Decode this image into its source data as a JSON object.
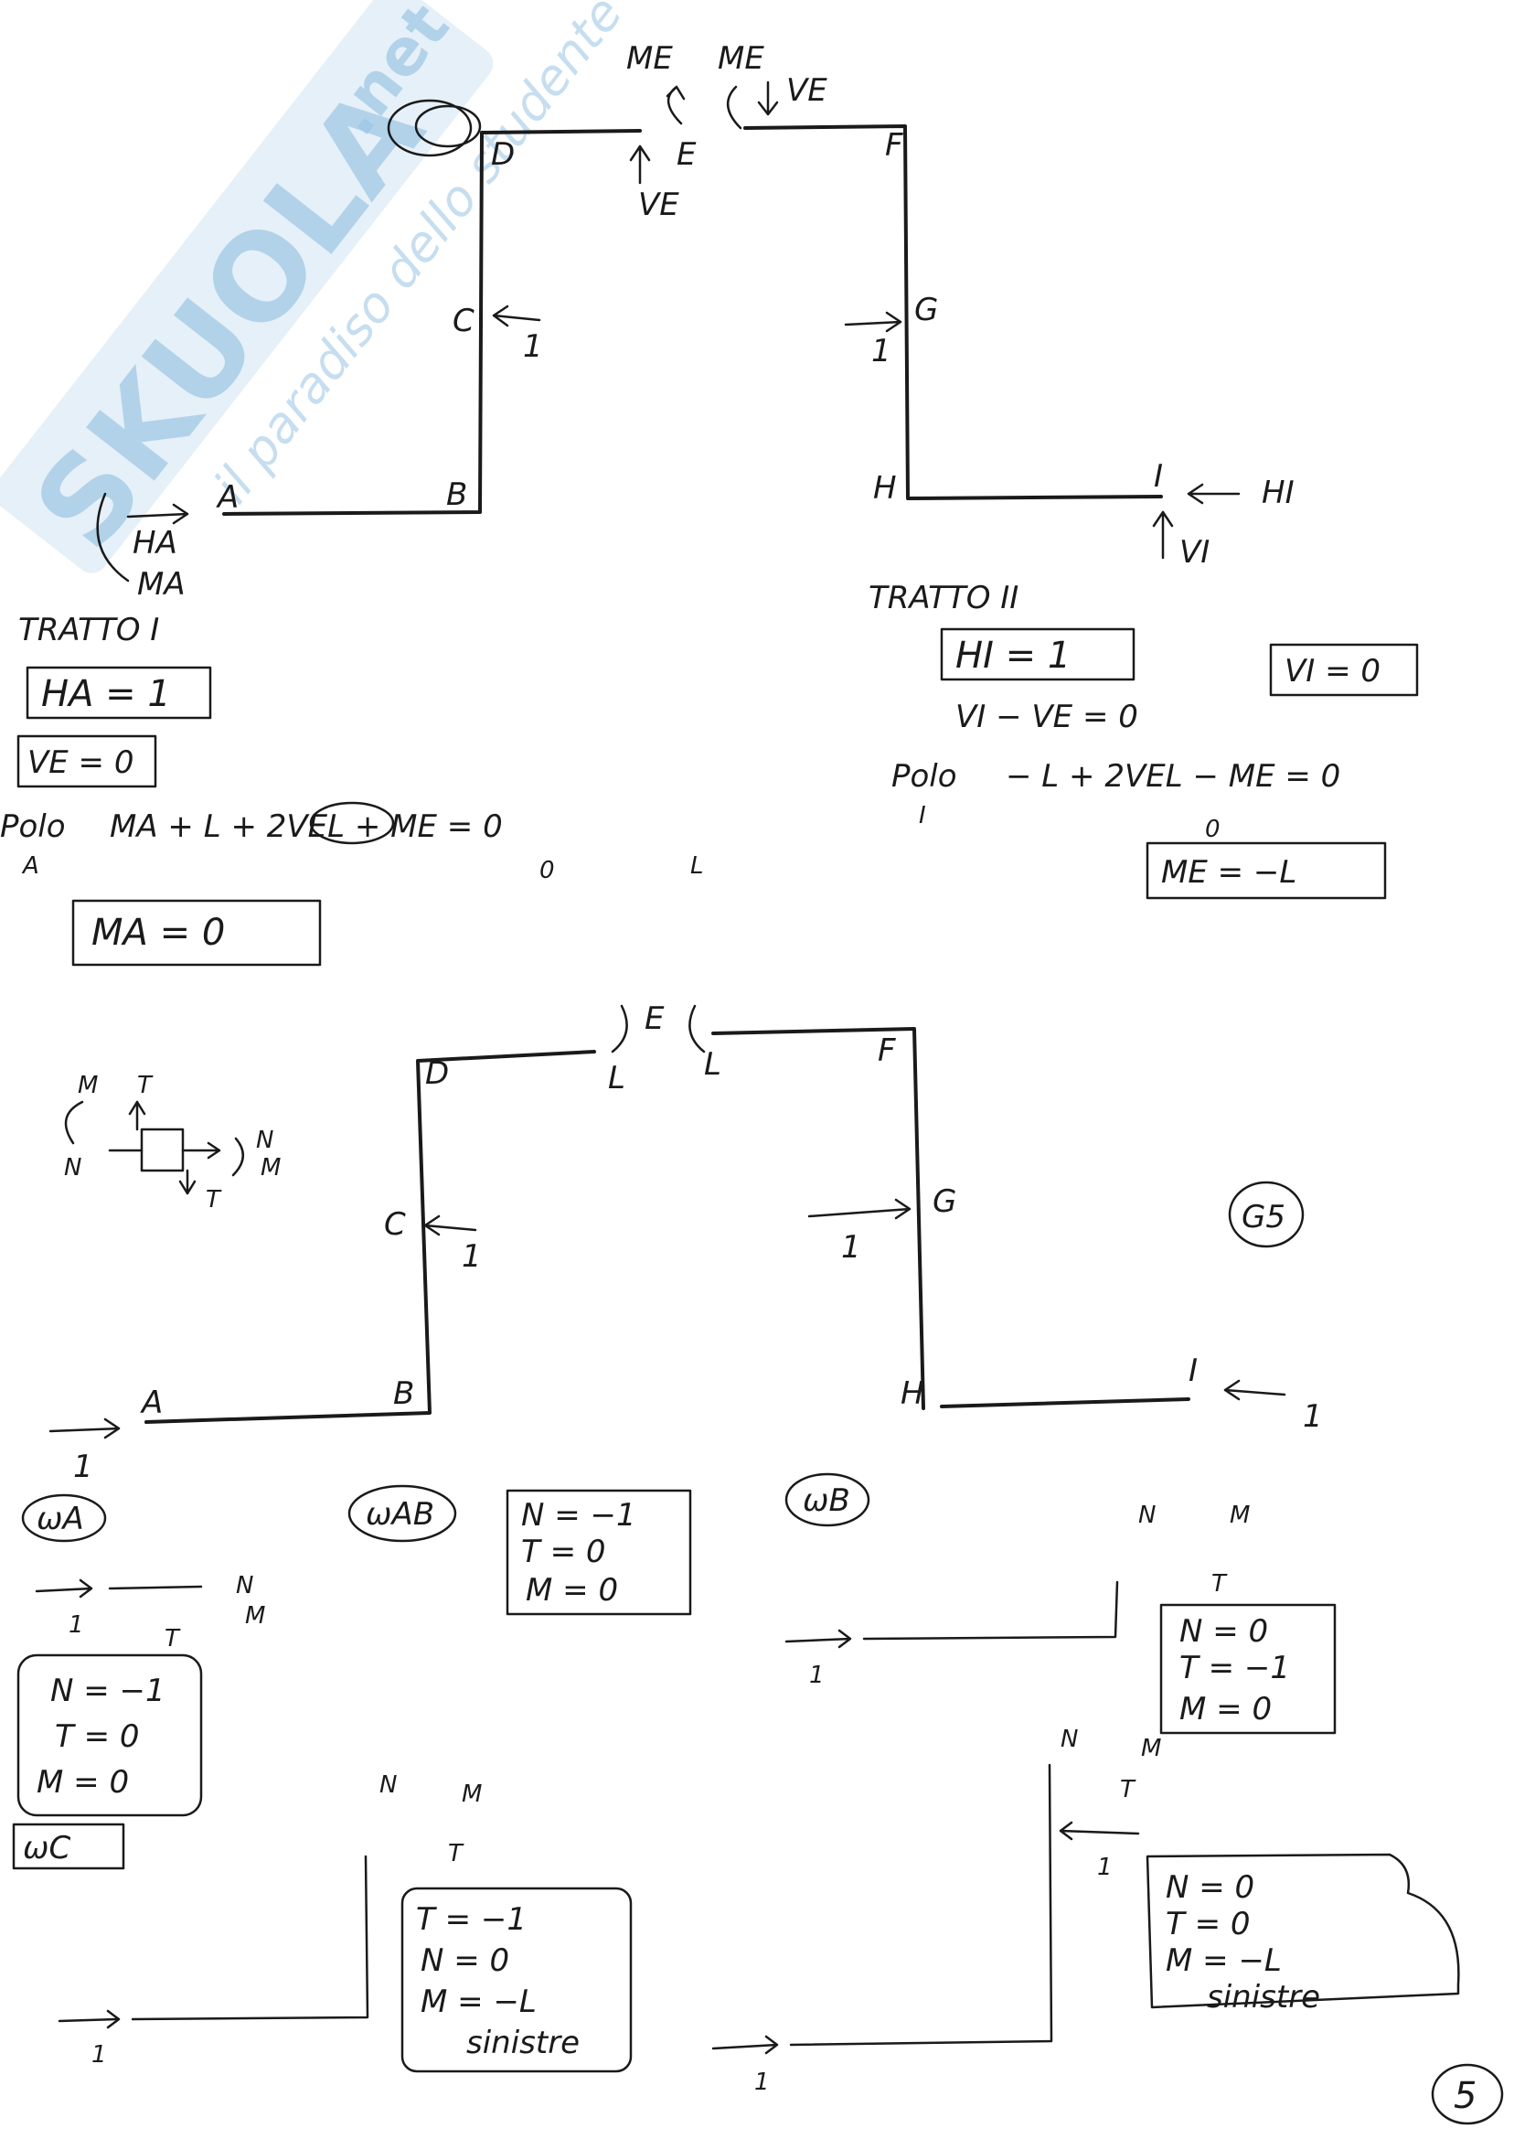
{
  "watermark": {
    "brand": "SKUOLA",
    "suffix": ".net",
    "tagline": "il paradiso dello studente"
  },
  "page_number": "5",
  "figure1": {
    "nodes": {
      "A": "A",
      "B": "B",
      "C": "C",
      "D": "D",
      "E": "E",
      "F": "F",
      "G": "G",
      "H": "H",
      "I": "I"
    },
    "loads": {
      "C": "1",
      "G": "1"
    },
    "reactions": {
      "HA": "HA",
      "MA": "MA",
      "HI": "HI",
      "VI": "VI",
      "ME1": "ME",
      "ME2": "ME",
      "VE1": "VE",
      "VE2": "VE"
    }
  },
  "tratto1": {
    "heading": "TRATTO I",
    "line1": "HA = 1",
    "line2": "VE = 0",
    "polo": "Polo",
    "polo_sub": "A",
    "eq": "MA + L        + 2VEL + ME = 0",
    "eq_zero": "0",
    "eq_L": "L",
    "result": "MA = 0"
  },
  "tratto2": {
    "heading": "TRATTO II",
    "line1": "HI = 1",
    "line_vi": "VI = 0",
    "line2": "VI − VE = 0",
    "polo": "Polo",
    "polo_sub": "I",
    "eq": "− L + 2VEL − ME = 0",
    "eq_zero": "0",
    "result": "ME = −L"
  },
  "figure2": {
    "nodes": {
      "A": "A",
      "B": "B",
      "C": "C",
      "D": "D",
      "E": "E",
      "F": "F",
      "G": "G",
      "H": "H",
      "I": "I"
    },
    "moments": {
      "left": "L",
      "right": "L"
    },
    "loads": {
      "A": "1",
      "C": "1",
      "G": "1",
      "I": "1"
    },
    "circled": "G5",
    "convention": {
      "N": "N",
      "T": "T",
      "M": "M"
    }
  },
  "sections": {
    "wA": {
      "tag": "ωA",
      "load": "1",
      "N": "N",
      "M": "M",
      "T": "T",
      "box": [
        "N = −1",
        "T = 0",
        "M = 0"
      ]
    },
    "wAB": {
      "tag": "ωAB",
      "box": [
        "N = −1",
        "T = 0",
        "M = 0"
      ]
    },
    "wB": {
      "tag": "ωB",
      "load": "1",
      "N": "N",
      "M": "M",
      "T": "T",
      "box": [
        "N = 0",
        "T = −1",
        "M = 0"
      ]
    },
    "wC": {
      "tag": "ωC",
      "load": "1",
      "N": "N",
      "M": "M",
      "T": "T",
      "box": [
        "T = −1",
        "N = 0",
        "M = −L",
        "sinistre"
      ]
    },
    "wD": {
      "load_bottom": "1",
      "load_side": "1",
      "N": "N",
      "M": "M",
      "T": "T",
      "box": [
        "N = 0",
        "T = 0",
        "M = −L",
        "sinistre"
      ]
    }
  }
}
